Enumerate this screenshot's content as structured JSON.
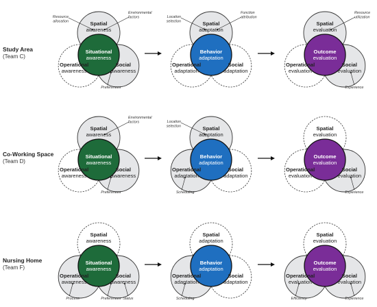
{
  "colors": {
    "situational": "#1e6b3a",
    "behavior": "#1f6fc0",
    "outcome": "#7a2d98",
    "active_fill": "#e5e6e8",
    "outline": "#333333"
  },
  "rows": [
    {
      "title": "Study Area",
      "subtitle": "(Team C)",
      "panels": [
        {
          "core": {
            "word": "Situational",
            "suffix": "awareness",
            "color_key": "situational"
          },
          "top": {
            "word": "Spatial",
            "suffix": "awareness",
            "active": true
          },
          "left": {
            "word": "Operational",
            "suffix": "awareness",
            "active": false
          },
          "right": {
            "word": "Social",
            "suffix": "awareness",
            "active": true
          },
          "annotations": [
            {
              "lines": [
                "Resource",
                "allocation"
              ],
              "anchor": "top",
              "side": "left"
            },
            {
              "lines": [
                "Environmental",
                "factors"
              ],
              "anchor": "top",
              "side": "right"
            },
            {
              "lines": [
                "Preferences"
              ],
              "anchor": "right",
              "side": "bottom-left"
            }
          ]
        },
        {
          "core": {
            "word": "Behavior",
            "suffix": "adaptation",
            "color_key": "behavior"
          },
          "top": {
            "word": "Spatial",
            "suffix": "adaptation",
            "active": true
          },
          "left": {
            "word": "Operational",
            "suffix": "adaptation",
            "active": false
          },
          "right": {
            "word": "Social",
            "suffix": "adaptation",
            "active": false
          },
          "annotations": [
            {
              "lines": [
                "Location",
                "selection"
              ],
              "anchor": "top",
              "side": "left"
            },
            {
              "lines": [
                "Function",
                "attribution"
              ],
              "anchor": "top",
              "side": "right"
            }
          ]
        },
        {
          "core": {
            "word": "Outcome",
            "suffix": "evaluation",
            "color_key": "outcome"
          },
          "top": {
            "word": "Spatial",
            "suffix": "evaluation",
            "active": true
          },
          "left": {
            "word": "Operational",
            "suffix": "evaluation",
            "active": false
          },
          "right": {
            "word": "Social",
            "suffix": "evaluation",
            "active": true
          },
          "annotations": [
            {
              "lines": [
                "Resource",
                "utilization"
              ],
              "anchor": "top",
              "side": "right"
            },
            {
              "lines": [
                "Experience"
              ],
              "anchor": "right",
              "side": "bottom-right"
            }
          ]
        }
      ]
    },
    {
      "title": "Co-Working Space",
      "subtitle": "(Team D)",
      "panels": [
        {
          "core": {
            "word": "Situational",
            "suffix": "awareness",
            "color_key": "situational"
          },
          "top": {
            "word": "Spatial",
            "suffix": "awareness",
            "active": true
          },
          "left": {
            "word": "Operational",
            "suffix": "awareness",
            "active": false
          },
          "right": {
            "word": "Social",
            "suffix": "awareness",
            "active": true
          },
          "annotations": [
            {
              "lines": [
                "Environmental",
                "factors"
              ],
              "anchor": "top",
              "side": "right"
            },
            {
              "lines": [
                "Preferences"
              ],
              "anchor": "right",
              "side": "bottom-left"
            }
          ]
        },
        {
          "core": {
            "word": "Behavior",
            "suffix": "adaptation",
            "color_key": "behavior"
          },
          "top": {
            "word": "Spatial",
            "suffix": "adaptation",
            "active": true
          },
          "left": {
            "word": "Operational",
            "suffix": "adaptation",
            "active": true
          },
          "right": {
            "word": "Social",
            "suffix": "adaptation",
            "active": false
          },
          "annotations": [
            {
              "lines": [
                "Location",
                "selection"
              ],
              "anchor": "top",
              "side": "left"
            },
            {
              "lines": [
                "Scheduling"
              ],
              "anchor": "left",
              "side": "bottom-left"
            }
          ]
        },
        {
          "core": {
            "word": "Outcome",
            "suffix": "evaluation",
            "color_key": "outcome"
          },
          "top": {
            "word": "Spatial",
            "suffix": "evaluation",
            "active": false
          },
          "left": {
            "word": "Operational",
            "suffix": "evaluation",
            "active": false
          },
          "right": {
            "word": "Social",
            "suffix": "evaluation",
            "active": true
          },
          "annotations": [
            {
              "lines": [
                "Experience"
              ],
              "anchor": "right",
              "side": "bottom-right"
            }
          ]
        }
      ]
    },
    {
      "title": "Nursing Home",
      "subtitle": "(Team F)",
      "panels": [
        {
          "core": {
            "word": "Situational",
            "suffix": "awareness",
            "color_key": "situational"
          },
          "top": {
            "word": "Spatial",
            "suffix": "awareness",
            "active": false
          },
          "left": {
            "word": "Operational",
            "suffix": "awareness",
            "active": true
          },
          "right": {
            "word": "Social",
            "suffix": "awareness",
            "active": true
          },
          "annotations": [
            {
              "lines": [
                "Process"
              ],
              "anchor": "left",
              "side": "bottom-left"
            },
            {
              "lines": [
                "Preferences"
              ],
              "anchor": "right",
              "side": "bottom-left"
            },
            {
              "lines": [
                "Status"
              ],
              "anchor": "right",
              "side": "bottom-right"
            }
          ]
        },
        {
          "core": {
            "word": "Behavior",
            "suffix": "adaptation",
            "color_key": "behavior"
          },
          "top": {
            "word": "Spatial",
            "suffix": "adaptation",
            "active": false
          },
          "left": {
            "word": "Operational",
            "suffix": "adaptation",
            "active": true
          },
          "right": {
            "word": "Social",
            "suffix": "adaptation",
            "active": false
          },
          "annotations": [
            {
              "lines": [
                "Scheduling"
              ],
              "anchor": "left",
              "side": "bottom-left"
            }
          ]
        },
        {
          "core": {
            "word": "Outcome",
            "suffix": "evaluation",
            "color_key": "outcome"
          },
          "top": {
            "word": "Spatial",
            "suffix": "evaluation",
            "active": false
          },
          "left": {
            "word": "Operational",
            "suffix": "evaluation",
            "active": true
          },
          "right": {
            "word": "Social",
            "suffix": "evaluation",
            "active": true
          },
          "annotations": [
            {
              "lines": [
                "Efficiency"
              ],
              "anchor": "left",
              "side": "bottom-left"
            },
            {
              "lines": [
                "Experience"
              ],
              "anchor": "right",
              "side": "bottom-right"
            }
          ]
        }
      ]
    }
  ]
}
